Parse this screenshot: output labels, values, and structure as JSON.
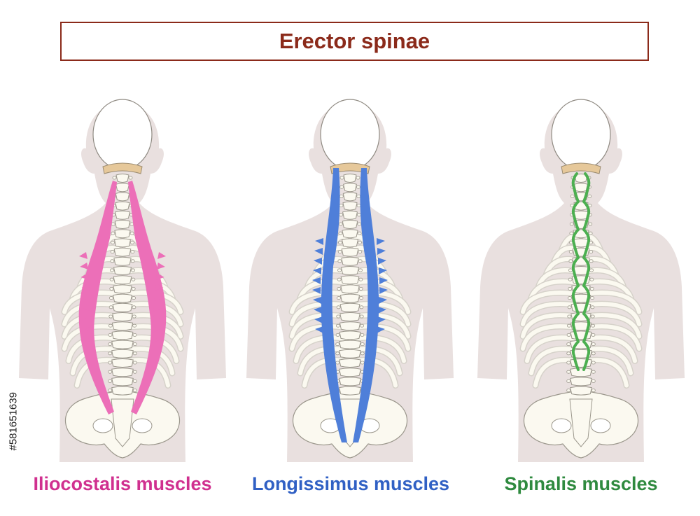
{
  "title": "Erector spinae",
  "watermark": "#581651639",
  "colors": {
    "title": "#8b2a1a",
    "body": "#e9e0df",
    "bone": "#fbf9f0",
    "bone_outline": "#9b978c",
    "rib_shadow": "#d6d2ca",
    "iliocostalis": "#ec6fb8",
    "longissimus": "#4f7fd9",
    "spinalis": "#4caf50"
  },
  "panels": [
    {
      "label": "Iliocostalis muscles",
      "color": "#d0308f",
      "muscle": "iliocostalis"
    },
    {
      "label": "Longissimus muscles",
      "color": "#3060c4",
      "muscle": "longissimus"
    },
    {
      "label": "Spinalis muscles",
      "color": "#2f8a3f",
      "muscle": "spinalis"
    }
  ]
}
